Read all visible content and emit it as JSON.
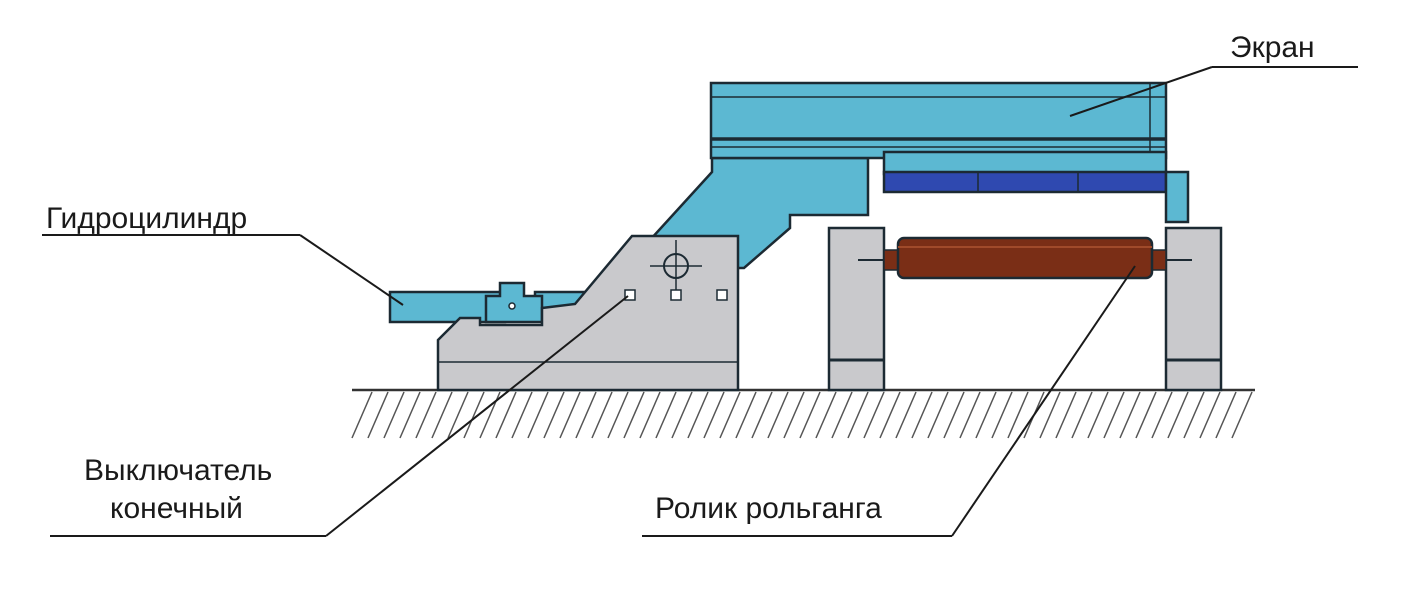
{
  "labels": {
    "screen": "Экран",
    "cylinder": "Гидроцилиндр",
    "limit_switch_line1": "Выключатель",
    "limit_switch_line2": "конечный",
    "roller": "Ролик рольганга"
  },
  "colors": {
    "screen_fill": "#5cb8d2",
    "lining_fill": "#2f49b0",
    "base_fill": "#c9c9cc",
    "roller_fill": "#7a2e16",
    "ground_hatch": "#555555",
    "text": "#1a1a1a"
  }
}
